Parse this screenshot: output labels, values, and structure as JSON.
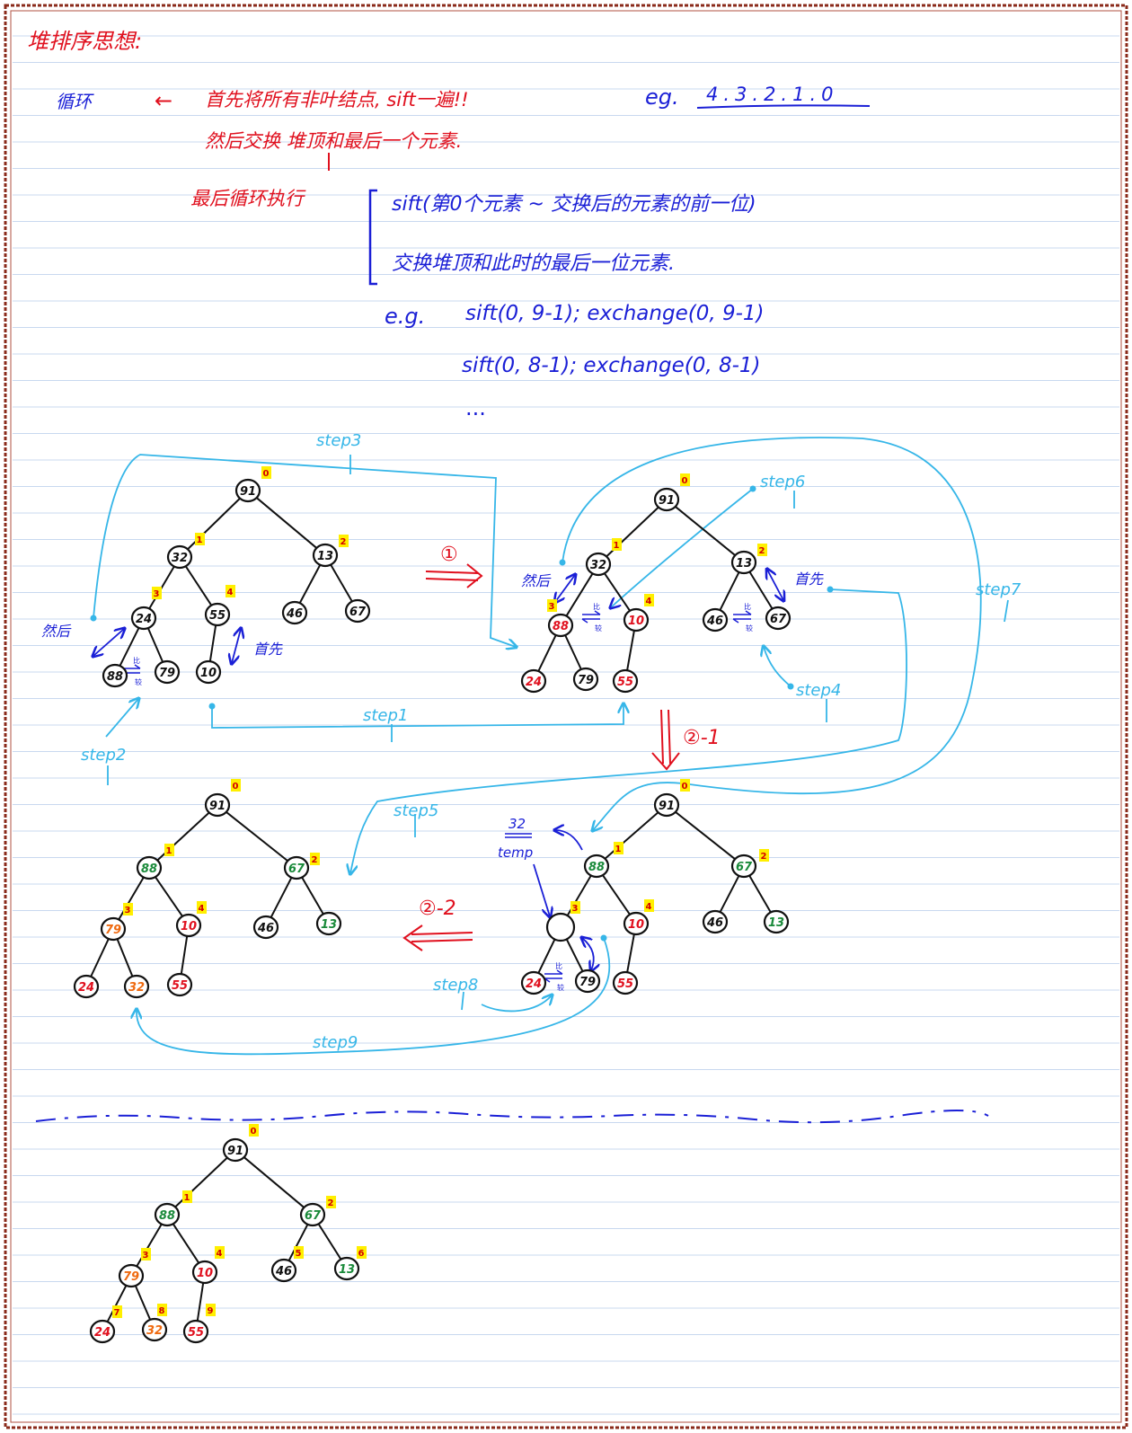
{
  "title": "堆排序思想:",
  "notes": {
    "loop_label": "循环",
    "arrow": "←",
    "line1": "首先将所有非叶结点, sift一遍!!",
    "eg_label": "eg.",
    "eg_seq": "4.3.2.1.0",
    "line2": "然后交换 堆顶和最后一个元素.",
    "final_label": "最后循环执行",
    "bracket_line1": "sift(第0个元素 ~ 交换后的元素的前一位)",
    "bracket_line2": "交换堆顶和此时的最后一位元素.",
    "eg2_label": "e.g.",
    "eg2_line1": "sift(0, 9-1); exchange(0, 9-1)",
    "eg2_line2": "sift(0, 8-1); exchange(0, 8-1)",
    "ellipsis": "..."
  },
  "labels": {
    "step1": "step1",
    "step2": "step2",
    "step3": "step3",
    "step4": "step4",
    "step5": "step5",
    "step6": "step6",
    "step7": "step7",
    "step8": "step8",
    "step9": "step9",
    "then": "然后",
    "first": "首先",
    "then_b": "然后",
    "first_b": "首先",
    "compare_top": "比",
    "compare_bot": "较",
    "arrow1": "①",
    "arrow21": "②-1",
    "arrow22": "②-2",
    "temp_value": "32",
    "temp_label": "temp"
  },
  "colors": {
    "blue_ink": "#1a1fd6",
    "red_ink": "#e0101e",
    "cyan_ink": "#36b6e8",
    "black_ink": "#111111",
    "green_ink": "#1a8a3a",
    "orange_ink": "#ef6a10",
    "tag_bg": "#ffef00",
    "ruled_line": "#c8d8ef"
  },
  "trees": [
    {
      "id": "tree-a",
      "nodes": [
        {
          "v": "91",
          "c": "black",
          "tag": "0"
        },
        {
          "v": "32",
          "c": "black",
          "tag": "1"
        },
        {
          "v": "13",
          "c": "black",
          "tag": "2"
        },
        {
          "v": "24",
          "c": "black",
          "tag": "3"
        },
        {
          "v": "55",
          "c": "black",
          "tag": "4"
        },
        {
          "v": "46",
          "c": "black",
          "tag": ""
        },
        {
          "v": "67",
          "c": "black",
          "tag": ""
        },
        {
          "v": "88",
          "c": "black",
          "tag": ""
        },
        {
          "v": "79",
          "c": "black",
          "tag": ""
        },
        {
          "v": "10",
          "c": "black",
          "tag": ""
        }
      ]
    },
    {
      "id": "tree-b",
      "nodes": [
        {
          "v": "91",
          "c": "black",
          "tag": "0"
        },
        {
          "v": "32",
          "c": "black",
          "tag": "1"
        },
        {
          "v": "13",
          "c": "black",
          "tag": "2"
        },
        {
          "v": "88",
          "c": "red",
          "tag": "3"
        },
        {
          "v": "10",
          "c": "red",
          "tag": "4"
        },
        {
          "v": "46",
          "c": "black",
          "tag": ""
        },
        {
          "v": "67",
          "c": "black",
          "tag": ""
        },
        {
          "v": "24",
          "c": "red",
          "tag": ""
        },
        {
          "v": "79",
          "c": "black",
          "tag": ""
        },
        {
          "v": "55",
          "c": "red",
          "tag": ""
        }
      ]
    },
    {
      "id": "tree-c",
      "nodes": [
        {
          "v": "91",
          "c": "black",
          "tag": "0"
        },
        {
          "v": "88",
          "c": "green",
          "tag": "1"
        },
        {
          "v": "67",
          "c": "green",
          "tag": "2"
        },
        {
          "v": "",
          "c": "black",
          "tag": "3"
        },
        {
          "v": "10",
          "c": "red",
          "tag": "4"
        },
        {
          "v": "46",
          "c": "black",
          "tag": ""
        },
        {
          "v": "13",
          "c": "green",
          "tag": ""
        },
        {
          "v": "24",
          "c": "red",
          "tag": ""
        },
        {
          "v": "79",
          "c": "black",
          "tag": ""
        },
        {
          "v": "55",
          "c": "red",
          "tag": ""
        }
      ]
    },
    {
      "id": "tree-d",
      "nodes": [
        {
          "v": "91",
          "c": "black",
          "tag": "0"
        },
        {
          "v": "88",
          "c": "green",
          "tag": "1"
        },
        {
          "v": "67",
          "c": "green",
          "tag": "2"
        },
        {
          "v": "79",
          "c": "orange",
          "tag": "3"
        },
        {
          "v": "10",
          "c": "red",
          "tag": "4"
        },
        {
          "v": "46",
          "c": "black",
          "tag": ""
        },
        {
          "v": "13",
          "c": "green",
          "tag": ""
        },
        {
          "v": "24",
          "c": "red",
          "tag": ""
        },
        {
          "v": "32",
          "c": "orange",
          "tag": ""
        },
        {
          "v": "55",
          "c": "red",
          "tag": ""
        }
      ]
    },
    {
      "id": "tree-e",
      "nodes": [
        {
          "v": "91",
          "c": "black",
          "tag": "0"
        },
        {
          "v": "88",
          "c": "green",
          "tag": "1"
        },
        {
          "v": "67",
          "c": "green",
          "tag": "2"
        },
        {
          "v": "79",
          "c": "orange",
          "tag": "3"
        },
        {
          "v": "10",
          "c": "red",
          "tag": "4"
        },
        {
          "v": "46",
          "c": "black",
          "tag": "5"
        },
        {
          "v": "13",
          "c": "green",
          "tag": "6"
        },
        {
          "v": "24",
          "c": "red",
          "tag": "7"
        },
        {
          "v": "32",
          "c": "orange",
          "tag": "8"
        },
        {
          "v": "55",
          "c": "red",
          "tag": "9"
        }
      ]
    }
  ]
}
